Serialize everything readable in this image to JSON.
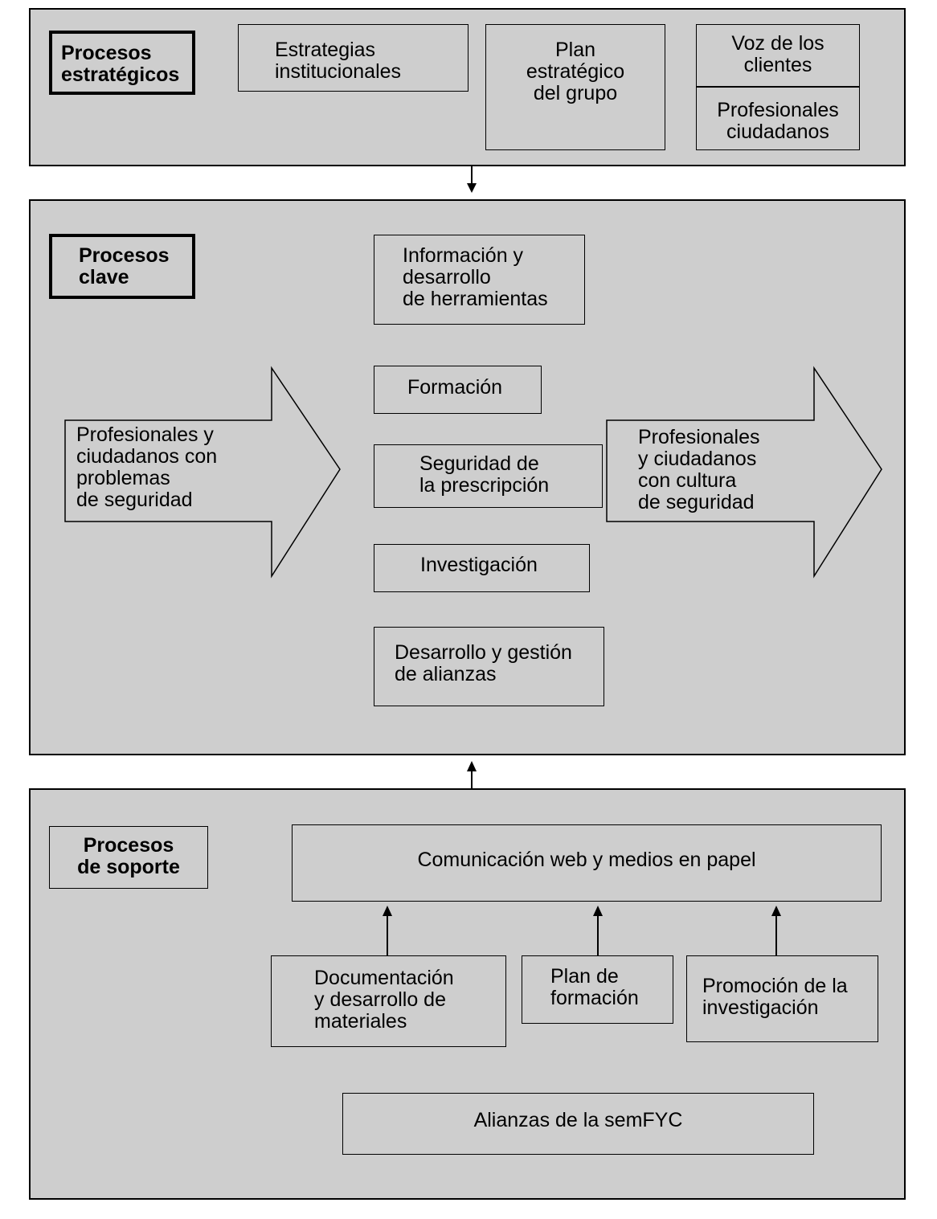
{
  "strategic": {
    "title": "Procesos\nestratégicos",
    "estrategias": "Estrategias\ninstitucionales",
    "plan": "Plan\nestratégico\ndel grupo",
    "voz": "Voz de los\nclientes",
    "profesionales": "Profesionales\nciudadanos"
  },
  "key": {
    "title": "Procesos\nclave",
    "input_arrow": "Profesionales y\nciudadanos con\nproblemas\nde seguridad",
    "output_arrow": "Profesionales\ny ciudadanos\ncon cultura\nde seguridad",
    "informacion": "Información y\ndesarrollo\nde herramientas",
    "formacion": "Formación",
    "seguridad": "Seguridad de\nla prescripción",
    "investigacion": "Investigación",
    "alianzas": "Desarrollo y gestión\nde alianzas"
  },
  "support": {
    "title": "Procesos\nde soporte",
    "comunicacion": "Comunicación web y medios en papel",
    "documentacion": "Documentación\ny desarrollo de\nmateriales",
    "plan_formacion": "Plan de\nformación",
    "promocion": "Promoción de la\ninvestigación",
    "alianzas_semfyc": "Alianzas de la semFYC"
  }
}
